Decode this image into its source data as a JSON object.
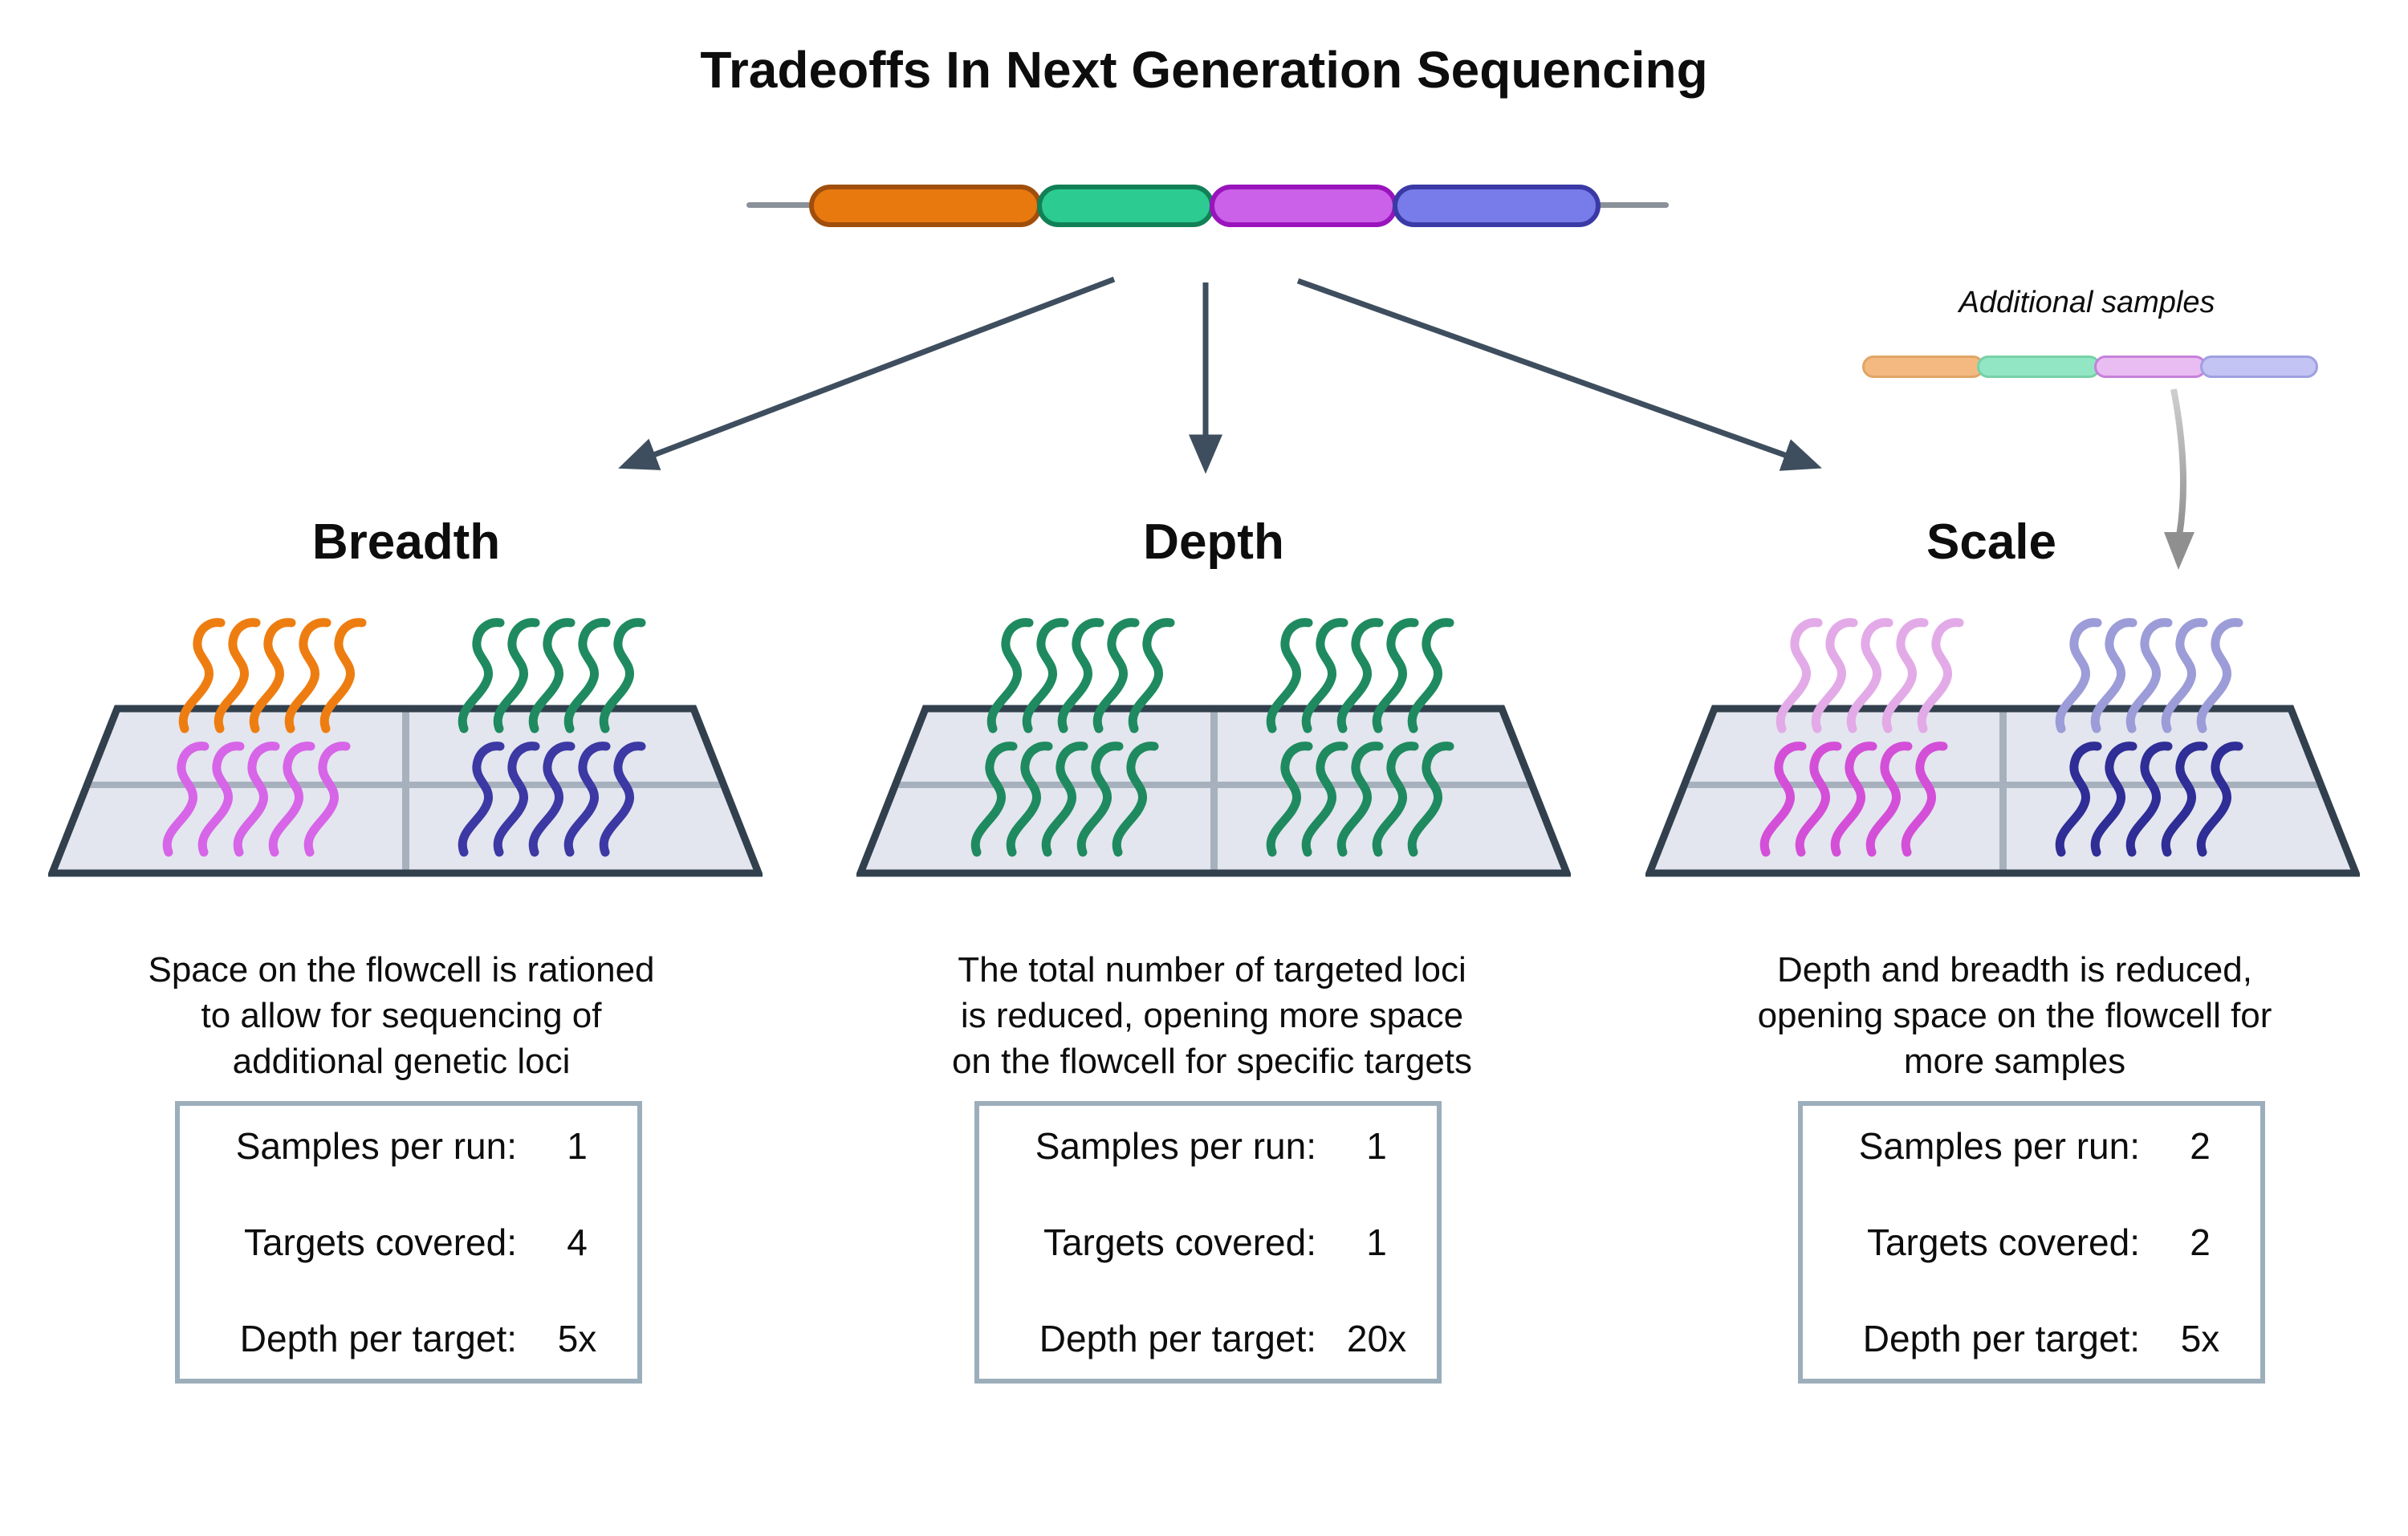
{
  "title": "Tradeoffs In Next Generation Sequencing",
  "genome_bar": {
    "segments": [
      {
        "name": "locus-orange",
        "fill": "#e8790f",
        "border": "#a04e0c"
      },
      {
        "name": "locus-green",
        "fill": "#2bcb92",
        "border": "#128056"
      },
      {
        "name": "locus-magenta",
        "fill": "#cb61e8",
        "border": "#9914bc"
      },
      {
        "name": "locus-blue",
        "fill": "#787bea",
        "border": "#3a3aa6"
      }
    ]
  },
  "additional_samples": {
    "label": "Additional samples",
    "segments": [
      {
        "name": "sample2-orange",
        "fill": "#f4b981",
        "border": "#e0a566"
      },
      {
        "name": "sample2-green",
        "fill": "#93e6c4",
        "border": "#77d1a9"
      },
      {
        "name": "sample2-pink",
        "fill": "#e9bcf2",
        "border": "#c581db"
      },
      {
        "name": "sample2-periwinkle",
        "fill": "#c3c4f3",
        "border": "#9fa0e0"
      }
    ]
  },
  "sections": [
    {
      "label": "Breadth",
      "description_lines": [
        "Space on the flowcell is rationed",
        "to allow for sequencing of",
        "additional genetic loci"
      ],
      "stats": [
        {
          "label": "Samples per run:",
          "value": "1"
        },
        {
          "label": "Targets covered:",
          "value": "4"
        },
        {
          "label": "Depth per target:",
          "value": "5x"
        }
      ],
      "strand_colors": {
        "top_left": "#ee7d11",
        "top_right": "#1f8a5f",
        "bottom_left": "#d765e8",
        "bottom_right": "#3c39a4"
      }
    },
    {
      "label": "Depth",
      "description_lines": [
        "The total number of targeted  loci",
        "is reduced, opening more space",
        "on the flowcell for specific targets"
      ],
      "stats": [
        {
          "label": "Samples per run:",
          "value": "1"
        },
        {
          "label": "Targets covered:",
          "value": "1"
        },
        {
          "label": "Depth per target:",
          "value": "20x"
        }
      ],
      "strand_colors": {
        "top_left": "#1f8a5f",
        "top_right": "#1f8a5f",
        "bottom_left": "#1f8a5f",
        "bottom_right": "#1f8a5f"
      }
    },
    {
      "label": "Scale",
      "description_lines": [
        "Depth and breadth is reduced,",
        "opening space on the flowcell for",
        "more samples"
      ],
      "stats": [
        {
          "label": "Samples per run:",
          "value": "2"
        },
        {
          "label": "Targets covered:",
          "value": "2"
        },
        {
          "label": "Depth per target:",
          "value": "5x"
        }
      ],
      "strand_colors": {
        "top_left": "#e3aae8",
        "top_right": "#9c9cd8",
        "bottom_left": "#d44fd8",
        "bottom_right": "#2f2d96"
      }
    }
  ],
  "colors": {
    "arrow_dark": "#3e4e5e",
    "arrow_gray": "#8f8f8f",
    "flowcell_fill": "#e3e6ee",
    "flowcell_border": "#32404e",
    "flowcell_grid": "#a7b1bd",
    "bar_baseline": "#8a9199",
    "stat_box_border": "#9daebb"
  }
}
